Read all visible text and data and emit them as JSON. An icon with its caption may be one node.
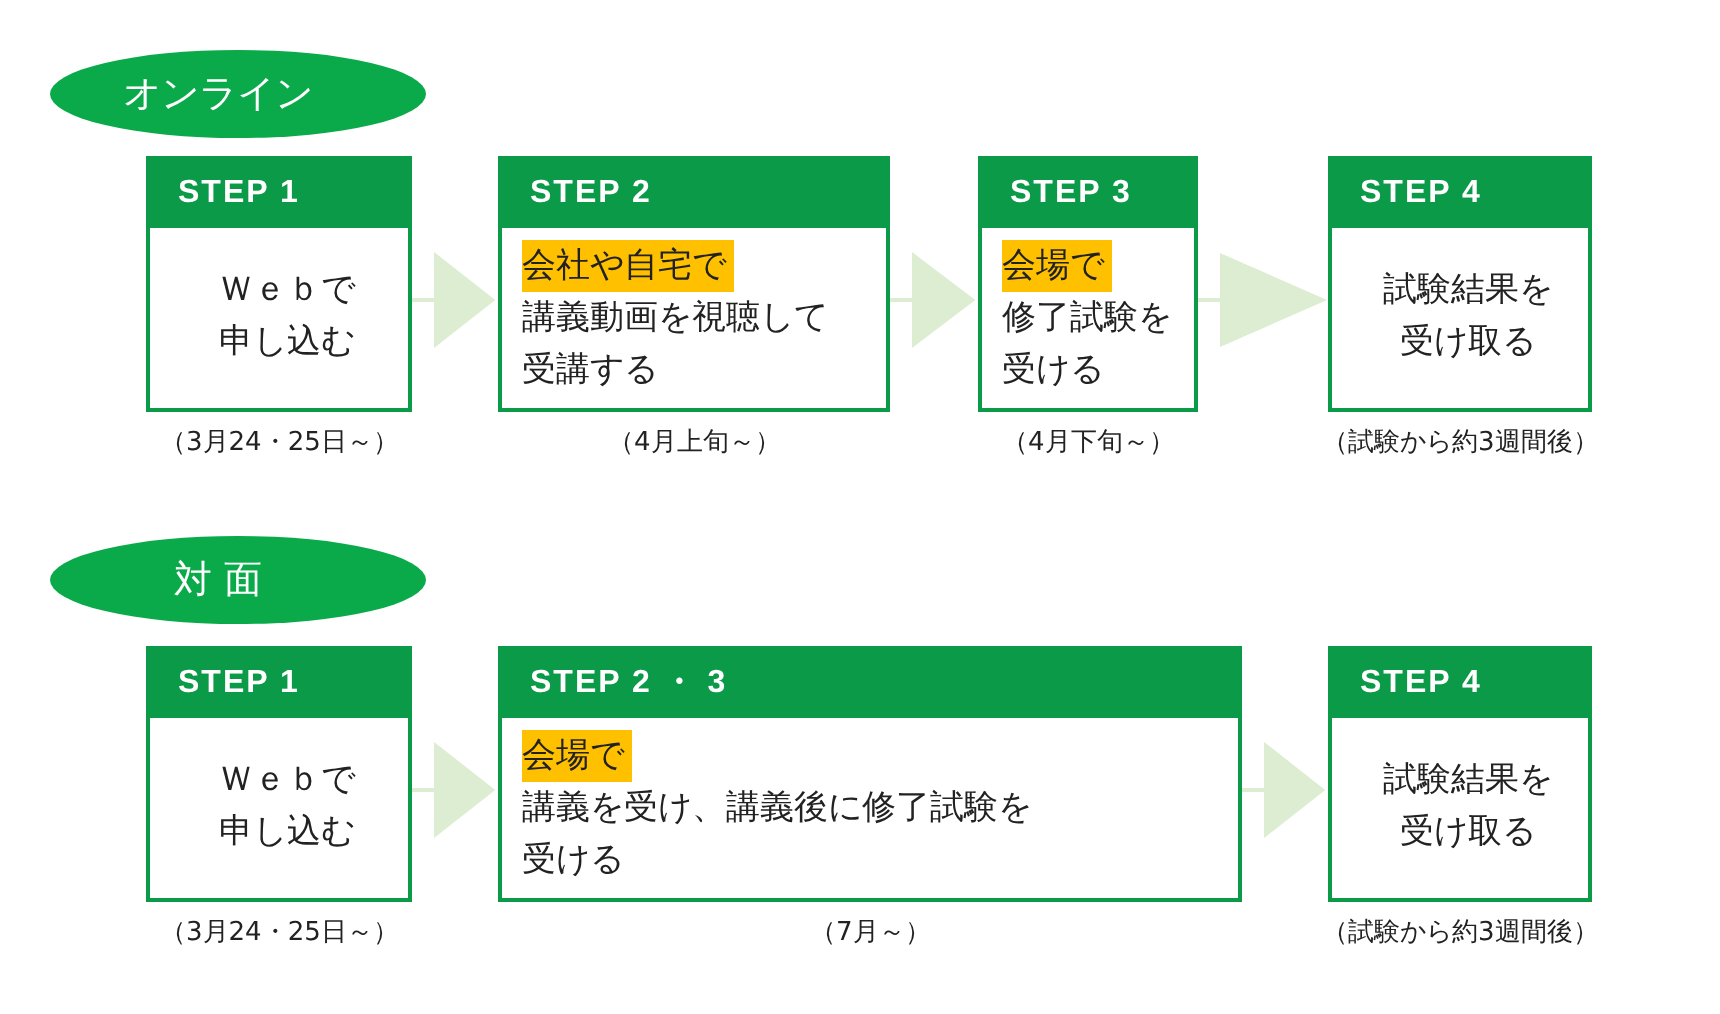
{
  "diagram": {
    "nodes": [
      {
        "text": [
          "オンライン"
        ]
      },
      {
        "text": [
          "STEP 1",
          "Ｗｅｂで申し込む"
        ],
        "beside": [
          "（3月24・25日～）"
        ]
      },
      {
        "text": [
          "STEP 2",
          "会社や自宅で",
          "講義動画を視聴して受講する"
        ],
        "beside": [
          "（4月上旬～）"
        ]
      },
      {
        "text": [
          "STEP 3",
          "会場で",
          "修了試験を受ける"
        ],
        "beside": [
          "（4月下旬～）"
        ]
      },
      {
        "text": [
          "STEP 4",
          "試験結果を受け取る"
        ],
        "beside": [
          "（試験から約3週間後）"
        ]
      },
      {
        "text": [
          "対 面"
        ]
      },
      {
        "text": [
          "STEP 1",
          "Ｗｅｂで申し込む"
        ],
        "beside": [
          "（3月24・25日～）"
        ]
      },
      {
        "text": [
          "STEP 2 ・ 3",
          "会場で",
          "講義を受け、講義後に修了試験を受ける"
        ],
        "beside": [
          "（7月～）"
        ]
      },
      {
        "text": [
          "STEP 4",
          "試験結果を受け取る"
        ],
        "beside": [
          "（試験から約3週間後）"
        ]
      }
    ],
    "edges": [
      {
        "from": 1,
        "to": 2,
        "arrow": "to"
      },
      {
        "from": 2,
        "to": 3,
        "arrow": "to"
      },
      {
        "from": 3,
        "to": 4,
        "arrow": "to"
      },
      {
        "from": 6,
        "to": 7,
        "arrow": "to"
      },
      {
        "from": 7,
        "to": 8,
        "arrow": "to"
      }
    ]
  }
}
